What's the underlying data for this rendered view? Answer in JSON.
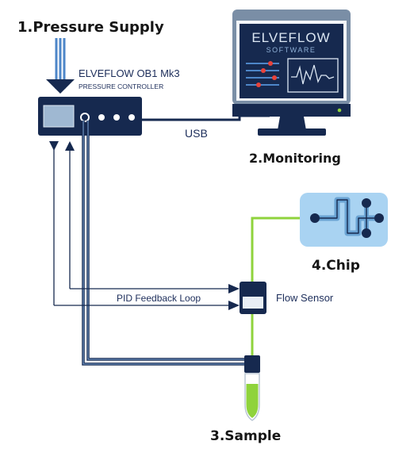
{
  "labels": {
    "pressure_supply": "1.Pressure Supply",
    "controller_name": "ELVEFLOW OB1 Mk3",
    "controller_sub": "PRESSURE CONTROLLER",
    "usb": "USB",
    "monitoring": "2.Monitoring",
    "software_brand": "ELVEFLOW",
    "software_sub": "SOFTWARE",
    "chip": "4.Chip",
    "feedback_loop": "PID Feedback Loop",
    "flow_sensor": "Flow Sensor",
    "sample": "3.Sample"
  },
  "colors": {
    "navy": "#16294f",
    "steel_blue": "#4d86c8",
    "green_tube": "#8fd33c",
    "chip_bg": "#a9d3f2",
    "screen_bg": "#f2f5f9",
    "monitor_frame": "#7a8ea6"
  }
}
